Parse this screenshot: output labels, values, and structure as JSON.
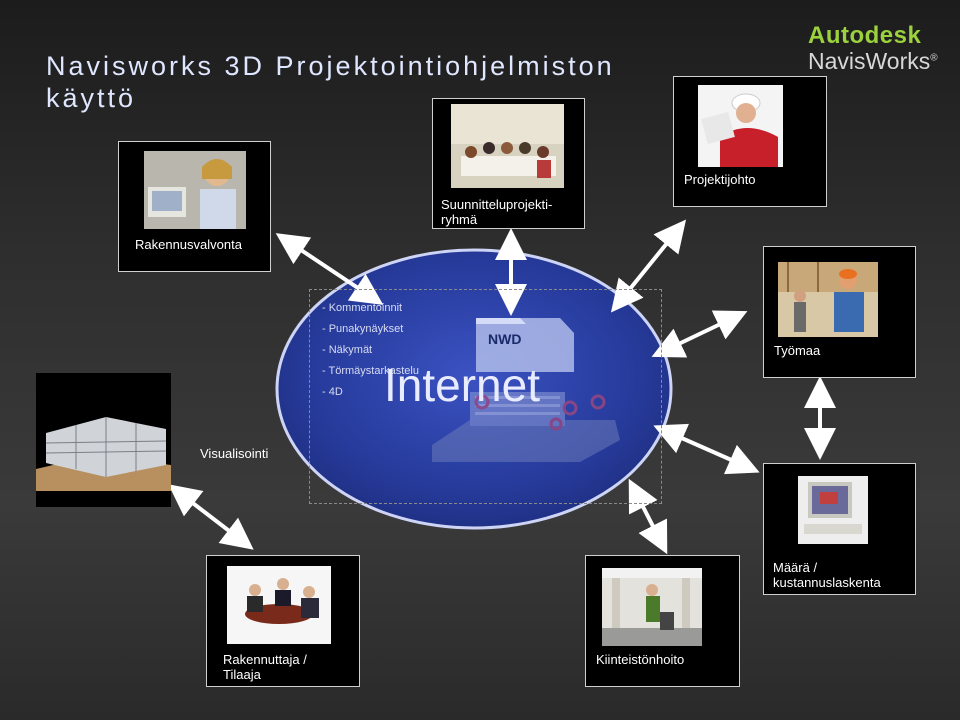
{
  "title": "Navisworks 3D Projektointiohjelmiston käyttö",
  "logo": {
    "brand": "Autodesk",
    "product": "NavisWorks",
    "trademark": "®"
  },
  "roles": {
    "rakennusvalvonta": "Rakennusvalvonta",
    "suunnittelu": "Suunnitteluprojekti-\nryhmä",
    "projektijohto": "Projektijohto",
    "tyomaa": "Työmaa",
    "visualisointi": "Visualisointi",
    "maara": "Määrä /\nkustannuslaskenta",
    "rakennuttaja": "Rakennuttaja /\nTilaaja",
    "kiinteisto": "Kiinteistönhoito"
  },
  "center": {
    "items": [
      "- Kommentoinnit",
      "- Punakynäykset",
      "- Näkymät",
      "- Törmäystarkastelu",
      "- 4D"
    ],
    "file_label": "NWD",
    "network_label": "Internet"
  },
  "colors": {
    "ellipse": "#2a3fa0",
    "ellipse_border": "#c8d0f5",
    "arrow": "#ffffff",
    "logo_brand": "#9bd13d"
  }
}
